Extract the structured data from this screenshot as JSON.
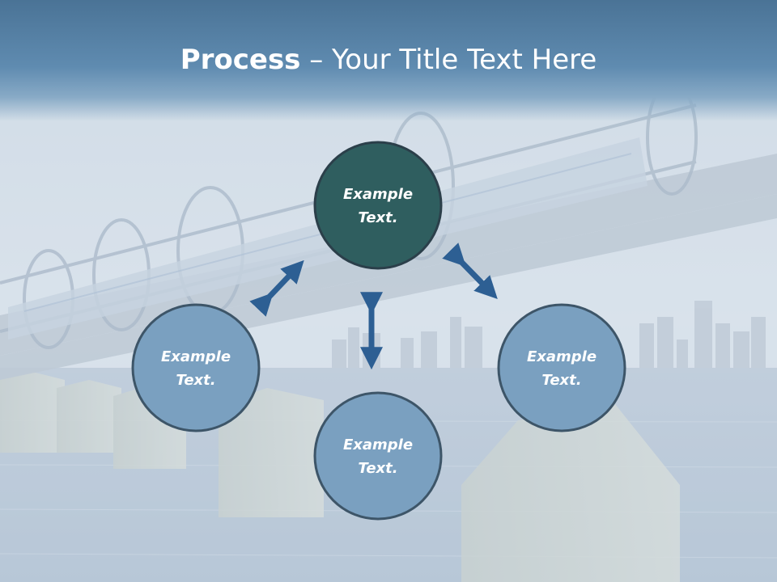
{
  "title": {
    "bold": "Process",
    "rest": " – Your Title Text Here"
  },
  "nodes": [
    {
      "line1": "Example",
      "line2": "Text.",
      "color": "#2f5e5f"
    },
    {
      "line1": "Example",
      "line2": "Text.",
      "color": "#7aa0c0"
    },
    {
      "line1": "Example",
      "line2": "Text.",
      "color": "#7aa0c0"
    },
    {
      "line1": "Example",
      "line2": "Text.",
      "color": "#7aa0c0"
    }
  ],
  "colors": {
    "header": "#4a7396",
    "arrow": "#2d5f93",
    "node_stroke": "#3d5568",
    "node_center": "#2f5e5f",
    "node_outer": "#7aa0c0"
  }
}
